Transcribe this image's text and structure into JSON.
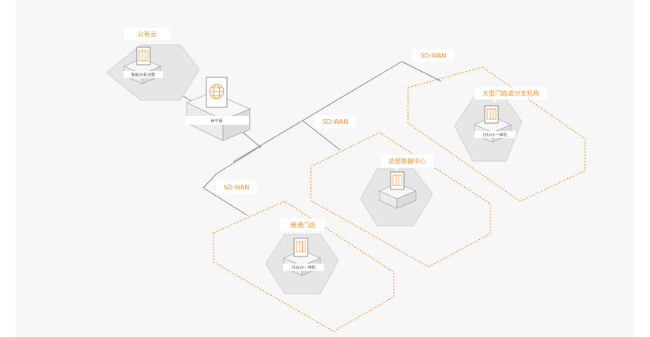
{
  "colors": {
    "accent": "#f08a24",
    "line": "#8a8a8a",
    "hexFill": "#e6e6e6",
    "hexStroke": "#d0d0d0"
  },
  "links": [
    {
      "id": "sdwan_top",
      "label": "SD-WAN"
    },
    {
      "id": "sdwan_mid",
      "label": "SD-WAN"
    },
    {
      "id": "sdwan_bottom",
      "label": "SD-WAN"
    }
  ],
  "nodes": {
    "public_cloud": {
      "zone": "公有云",
      "device": "智能分析决策",
      "icon": "monitor-icon"
    },
    "backbone": {
      "device": "骨干网",
      "icon": "globe-icon"
    },
    "large_store": {
      "zone": "大型门店或分支机构",
      "device": "iStack一体机",
      "icon": "monitor-icon"
    },
    "hq_datacenter": {
      "zone": "总部数据中心",
      "device": "",
      "icon": "monitor-icon"
    },
    "regular_store": {
      "zone": "普通门店",
      "device": "iStack一体机",
      "icon": "monitor-icon"
    }
  }
}
